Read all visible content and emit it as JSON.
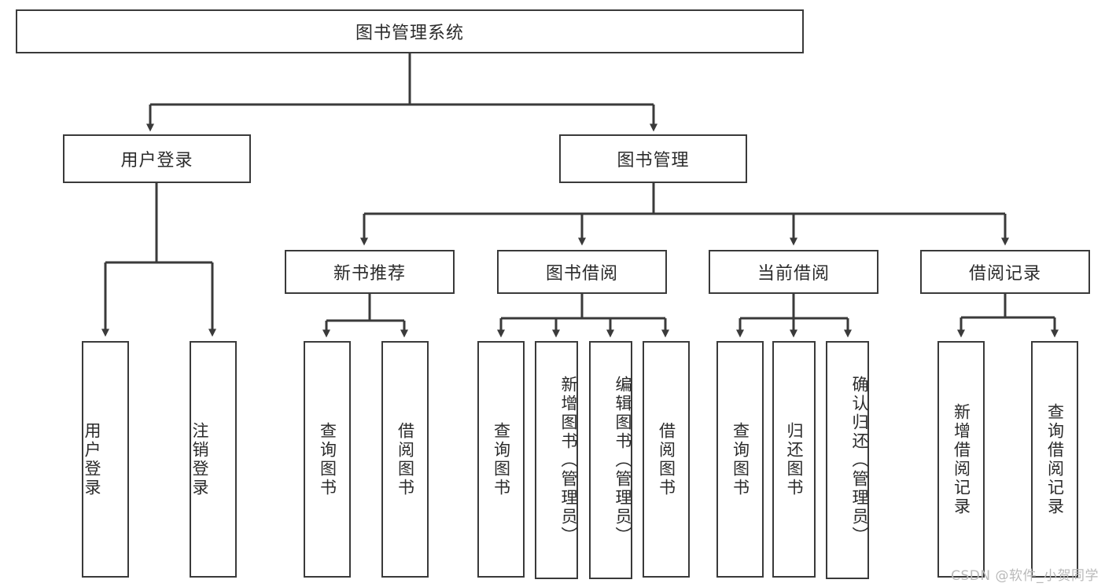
{
  "diagram": {
    "title": "图书管理系统",
    "type": "hierarchy-tree",
    "watermark": "CSDN @软件_小贺同学",
    "colors": {
      "stroke": "#3a3a3a",
      "text": "#2b2b2b",
      "background": "#ffffff",
      "watermark": "#b9b9b9"
    },
    "levels": {
      "root": {
        "label": "图书管理系统"
      },
      "level2": [
        {
          "label": "用户登录"
        },
        {
          "label": "图书管理"
        }
      ],
      "level3": [
        {
          "label": "新书推荐"
        },
        {
          "label": "图书借阅"
        },
        {
          "label": "当前借阅"
        },
        {
          "label": "借阅记录"
        }
      ],
      "leaves": {
        "user_login": [
          {
            "label": "用户登录"
          },
          {
            "label": "注销登录"
          }
        ],
        "new_book_recommend": [
          {
            "label": "查询图书"
          },
          {
            "label": "借阅图书"
          }
        ],
        "book_borrow": [
          {
            "label": "查询图书"
          },
          {
            "label": "新增图书（管理员）"
          },
          {
            "label": "编辑图书（管理员）"
          },
          {
            "label": "借阅图书"
          }
        ],
        "current_borrow": [
          {
            "label": "查询图书"
          },
          {
            "label": "归还图书"
          },
          {
            "label": "确认归还（管理员）"
          }
        ],
        "borrow_records": [
          {
            "label": "新增借阅记录"
          },
          {
            "label": "查询借阅记录"
          }
        ]
      }
    }
  }
}
